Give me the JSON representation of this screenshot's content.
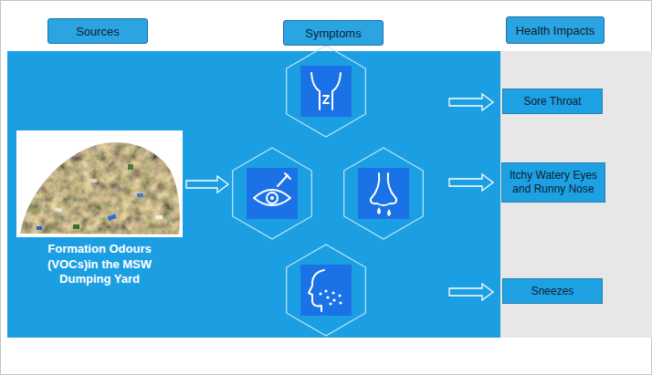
{
  "diagram": {
    "nodes": [
      {
        "text": [
          "Sources"
        ]
      },
      {
        "text": [
          "Symptoms"
        ]
      },
      {
        "text": [
          "Health Impacts"
        ]
      },
      {
        "text": [
          "Formation Odours (VOCs)in the MSW Dumping Yard"
        ]
      },
      {
        "text": [
          "Sore Throat"
        ]
      },
      {
        "text": [
          "Itchy Watery Eyes and Runny Nose"
        ]
      },
      {
        "text": [
          "Sneezes"
        ]
      }
    ]
  }
}
